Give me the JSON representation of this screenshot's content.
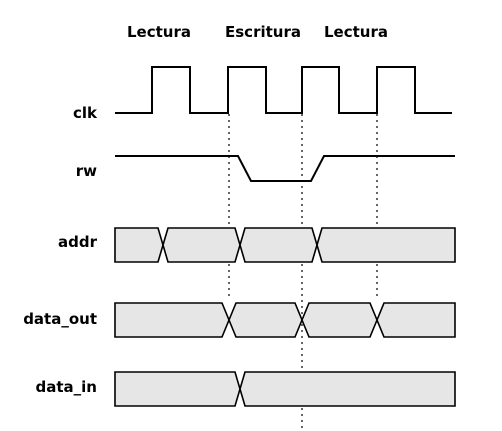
{
  "phases": [
    "Lectura",
    "Escritura",
    "Lectura"
  ],
  "signals": {
    "clk": "clk",
    "rw": "rw",
    "addr": "addr",
    "data_out": "data_out",
    "data_in": "data_in"
  },
  "colors": {
    "bus_fill": "#e6e6e6",
    "line": "#000000",
    "background": "#ffffff"
  }
}
